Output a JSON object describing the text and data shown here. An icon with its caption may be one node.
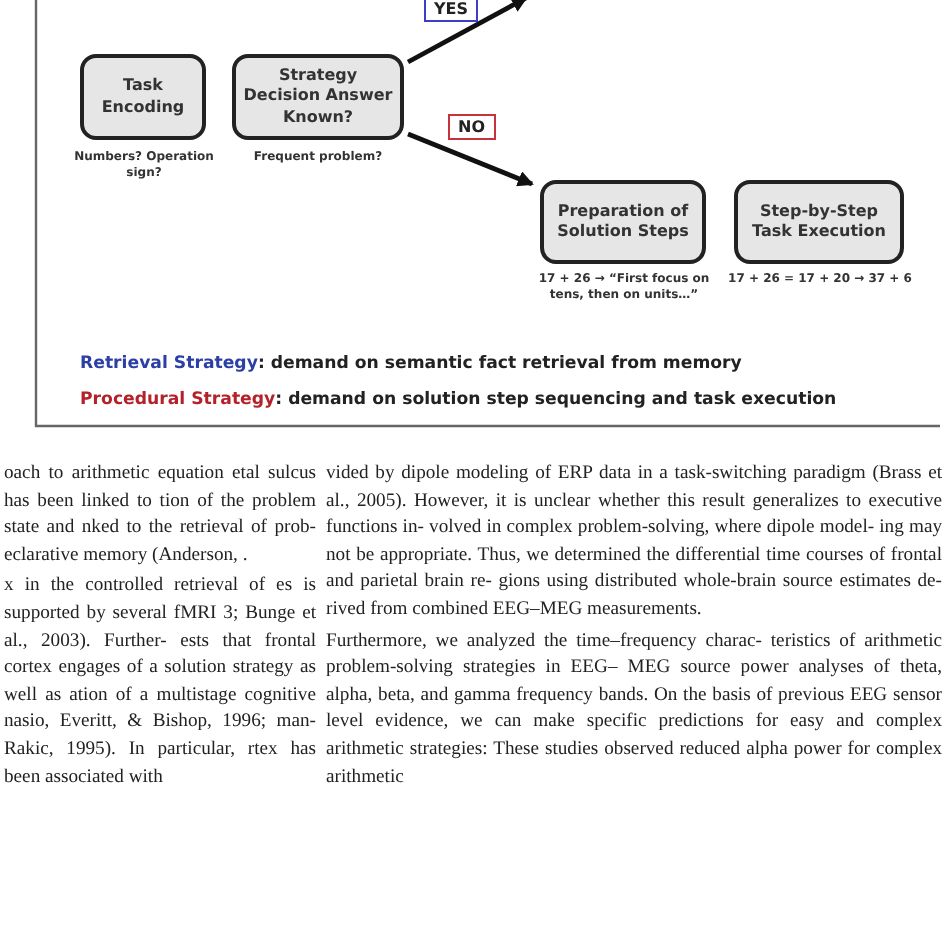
{
  "diagram": {
    "nodes": [
      {
        "text": [
          "Task Encoding"
        ],
        "beside": [
          "Numbers? Operation sign?"
        ]
      },
      {
        "text": [
          "Strategy Decision Answer Known?"
        ],
        "beside": [
          "Frequent problem?"
        ]
      },
      {
        "text": [
          "Preparation of Solution Steps"
        ],
        "beside": [
          "17 + 26 → “First focus on tens, then on units…”"
        ]
      },
      {
        "text": [
          "Step-by-Step Task Execution"
        ],
        "beside": [
          "17 + 26 = 17 + 20 → 37 + 6"
        ]
      }
    ],
    "edges": [
      {
        "from": 1,
        "to": null,
        "arrow": "to",
        "label": "YES"
      },
      {
        "from": 1,
        "to": 2,
        "arrow": "to",
        "label": "NO"
      }
    ],
    "labels": [
      "Retrieval Strategy",
      ": demand on semantic fact retrieval from memory",
      "Procedural Strategy",
      ": demand on solution step sequencing and task execution",
      "oach to arithmetic equation etal sulcus has been linked to tion of the problem state and nked to the retrieval of prob- eclarative memory (Anderson, .",
      "x in the controlled retrieval of es is supported by several fMRI 3; Bunge et al., 2003). Further- ests that frontal cortex engages of a solution strategy as well as ation of a multistage cognitive nasio, Everitt, & Bishop, 1996; man-Rakic, 1995). In particular, rtex has been associated with",
      "vided by dipole modeling of ERP data in a task-switching paradigm (Brass et al., 2005). However, it is unclear whether this result generalizes to executive functions in- volved in complex problem-solving, where dipole model- ing may not be appropriate. Thus, we determined the differential time courses of frontal and parietal brain re- gions using distributed whole-brain source estimates de- rived from combined EEG–MEG measurements.",
      "Furthermore, we analyzed the time–frequency charac- teristics of arithmetic problem-solving strategies in EEG– MEG source power analyses of theta, alpha, beta, and gamma frequency bands. On the basis of previous EEG sensor level evidence, we can make specific predictions for easy and complex arithmetic strategies: These studies observed reduced alpha power for complex arithmetic"
    ]
  }
}
